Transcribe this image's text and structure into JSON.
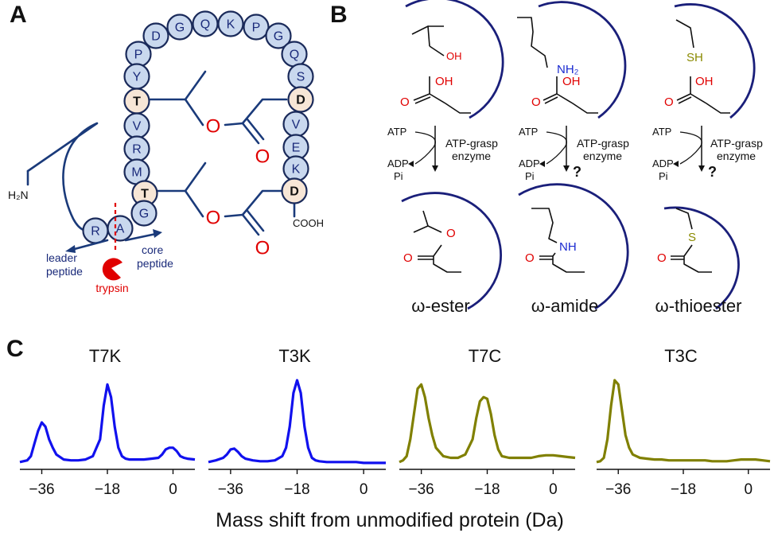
{
  "panels": {
    "a": "A",
    "b": "B",
    "c": "C"
  },
  "panel_a": {
    "loop_residues": [
      "P",
      "D",
      "G",
      "Q",
      "K",
      "P",
      "G",
      "Q",
      "S"
    ],
    "left_residues": [
      "Y",
      "T",
      "V",
      "R",
      "M",
      "T"
    ],
    "right_residues": [
      "D",
      "V",
      "E",
      "K",
      "D"
    ],
    "bottom_residues": [
      "R",
      "A",
      "G"
    ],
    "labels": {
      "h2n": "H₂N",
      "cooh": "COOH",
      "leader": "leader\npeptide",
      "core": "core\npeptide",
      "trypsin": "trypsin",
      "o": "O"
    },
    "colors": {
      "residue_fill": "#c9d8ee",
      "special_fill": "#f7e6d6",
      "outline": "#1a2a5a",
      "bond": "#1a3a7a",
      "oxygen": "#e00000",
      "trypsin": "#e00000"
    }
  },
  "panel_b": {
    "top_groups": [
      "OH",
      "NH₂",
      "SH"
    ],
    "acid": "OH",
    "o": "O",
    "atp": "ATP",
    "adp": "ADP",
    "pi": "Pi",
    "enzyme": "ATP-grasp\nenzyme",
    "question": "?",
    "product_hetero": [
      "O",
      "NH",
      "S"
    ],
    "products": [
      "ω-ester",
      "ω-amide",
      "ω-thioester"
    ],
    "colors": {
      "oxygen": "#e00000",
      "nitrogen": "#1a2ad0",
      "sulfur": "#8a8a00",
      "arc": "#1a1f7a"
    }
  },
  "chart_data": [
    {
      "type": "line",
      "title": "T7K",
      "xlabel": "Mass shift from unmodified protein (Da)",
      "x_ticks": [
        -36,
        -18,
        0
      ],
      "xlim": [
        -42,
        6
      ],
      "color": "#1111ee",
      "series": [
        {
          "x": [
            -42,
            -40,
            -39,
            -38,
            -37,
            -36,
            -35,
            -34,
            -33,
            -32,
            -30,
            -28,
            -26,
            -24,
            -22,
            -20,
            -19,
            -18,
            -17,
            -16,
            -15,
            -14,
            -13,
            -12,
            -10,
            -8,
            -6,
            -4,
            -3,
            -2,
            -1,
            0,
            1,
            2,
            3,
            4,
            6
          ],
          "y": [
            0.03,
            0.05,
            0.1,
            0.25,
            0.4,
            0.5,
            0.45,
            0.3,
            0.2,
            0.12,
            0.06,
            0.05,
            0.05,
            0.06,
            0.1,
            0.3,
            0.7,
            0.95,
            0.8,
            0.45,
            0.2,
            0.1,
            0.07,
            0.06,
            0.06,
            0.06,
            0.07,
            0.08,
            0.12,
            0.18,
            0.2,
            0.2,
            0.16,
            0.1,
            0.08,
            0.07,
            0.06
          ]
        }
      ]
    },
    {
      "type": "line",
      "title": "T3K",
      "xlabel": "",
      "x_ticks": [
        -36,
        -18,
        0
      ],
      "xlim": [
        -42,
        6
      ],
      "color": "#1111ee",
      "series": [
        {
          "x": [
            -42,
            -40,
            -38,
            -37,
            -36,
            -35,
            -34,
            -33,
            -32,
            -30,
            -28,
            -26,
            -24,
            -22,
            -21,
            -20,
            -19,
            -18,
            -17,
            -16,
            -15,
            -14,
            -13,
            -12,
            -10,
            -8,
            -6,
            -4,
            -2,
            0,
            2,
            4,
            6
          ],
          "y": [
            0.03,
            0.05,
            0.08,
            0.12,
            0.18,
            0.19,
            0.15,
            0.1,
            0.07,
            0.05,
            0.04,
            0.04,
            0.05,
            0.1,
            0.2,
            0.45,
            0.85,
            1.0,
            0.85,
            0.45,
            0.2,
            0.08,
            0.05,
            0.04,
            0.03,
            0.03,
            0.03,
            0.03,
            0.03,
            0.02,
            0.02,
            0.02,
            0.02
          ]
        }
      ]
    },
    {
      "type": "line",
      "title": "T7C",
      "xlabel": "",
      "x_ticks": [
        -36,
        -18,
        0
      ],
      "xlim": [
        -42,
        6
      ],
      "color": "#808000",
      "series": [
        {
          "x": [
            -42,
            -41,
            -40,
            -39,
            -38,
            -37,
            -36,
            -35,
            -34,
            -33,
            -32,
            -30,
            -28,
            -26,
            -24,
            -22,
            -21,
            -20,
            -19,
            -18,
            -17,
            -16,
            -15,
            -14,
            -12,
            -10,
            -8,
            -6,
            -4,
            -2,
            0,
            2,
            4,
            6
          ],
          "y": [
            0.03,
            0.05,
            0.1,
            0.3,
            0.6,
            0.9,
            0.95,
            0.8,
            0.55,
            0.35,
            0.2,
            0.1,
            0.08,
            0.08,
            0.12,
            0.3,
            0.55,
            0.75,
            0.8,
            0.78,
            0.6,
            0.35,
            0.18,
            0.1,
            0.08,
            0.08,
            0.08,
            0.08,
            0.1,
            0.11,
            0.11,
            0.1,
            0.09,
            0.08
          ]
        }
      ]
    },
    {
      "type": "line",
      "title": "T3C",
      "xlabel": "",
      "x_ticks": [
        -36,
        -18,
        0
      ],
      "xlim": [
        -42,
        6
      ],
      "color": "#808000",
      "series": [
        {
          "x": [
            -42,
            -41,
            -40,
            -39,
            -38,
            -37,
            -36,
            -35,
            -34,
            -33,
            -32,
            -31,
            -30,
            -28,
            -26,
            -24,
            -22,
            -20,
            -18,
            -16,
            -14,
            -12,
            -10,
            -8,
            -6,
            -4,
            -2,
            0,
            2,
            4,
            6
          ],
          "y": [
            0.03,
            0.04,
            0.08,
            0.3,
            0.7,
            1.0,
            0.95,
            0.65,
            0.35,
            0.2,
            0.12,
            0.1,
            0.08,
            0.07,
            0.06,
            0.06,
            0.05,
            0.05,
            0.05,
            0.05,
            0.05,
            0.05,
            0.04,
            0.04,
            0.04,
            0.05,
            0.06,
            0.06,
            0.06,
            0.05,
            0.04
          ]
        }
      ]
    }
  ]
}
